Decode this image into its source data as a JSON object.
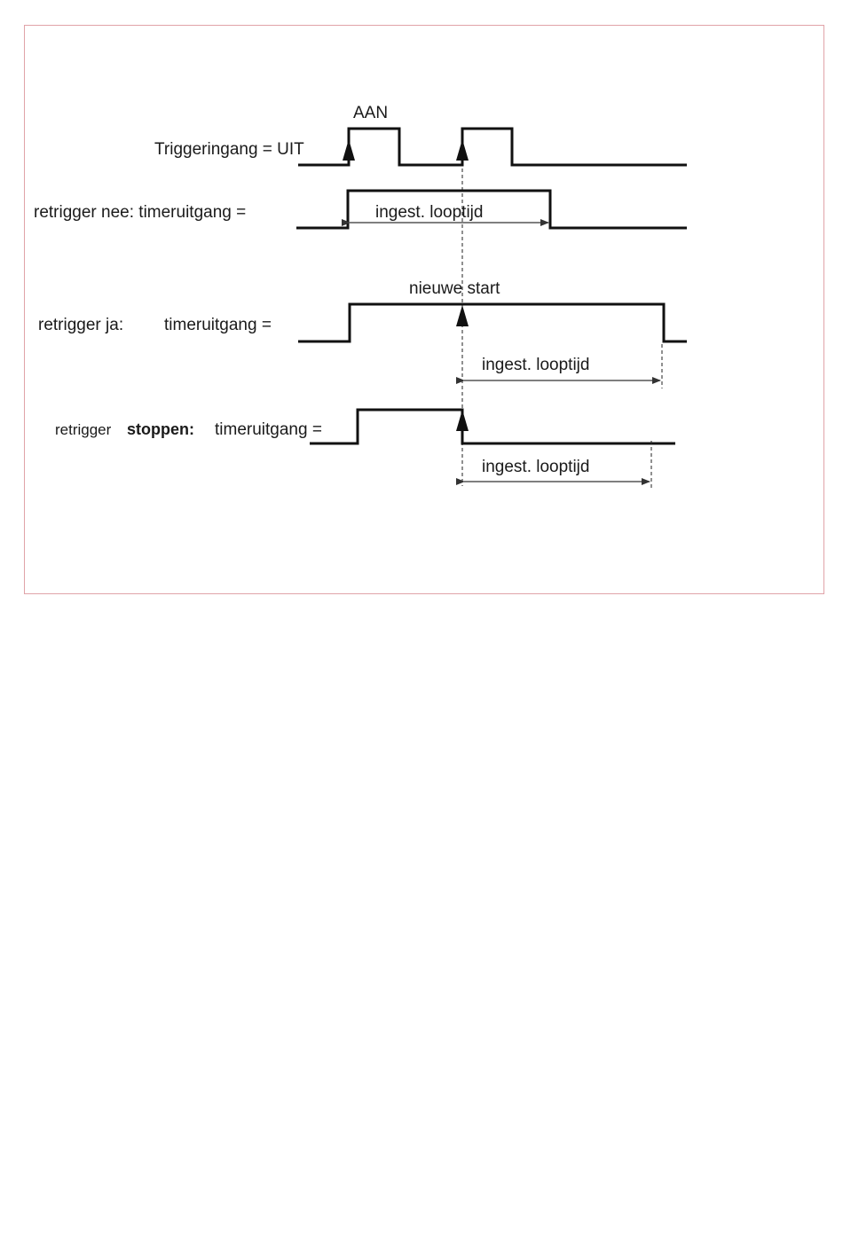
{
  "frame": {
    "border_color": "#e0a3a8"
  },
  "colors": {
    "line": "#111111",
    "background": "#ffffff"
  },
  "labels": {
    "aan": "AAN",
    "trigger_input": "Triggeringang = UIT",
    "row_no": "retrigger nee:  timeruitgang =",
    "new_start": "nieuwe start",
    "row_yes_prefix": "retrigger ja:",
    "row_yes_output": "timeruitgang =",
    "row_stop_prefix": "retrigger",
    "row_stop_bold": "stoppen:",
    "row_stop_output": "timeruitgang =",
    "runtime_1": "ingest. looptijd",
    "runtime_2": "ingest. looptijd",
    "runtime_3": "ingest. looptijd"
  }
}
